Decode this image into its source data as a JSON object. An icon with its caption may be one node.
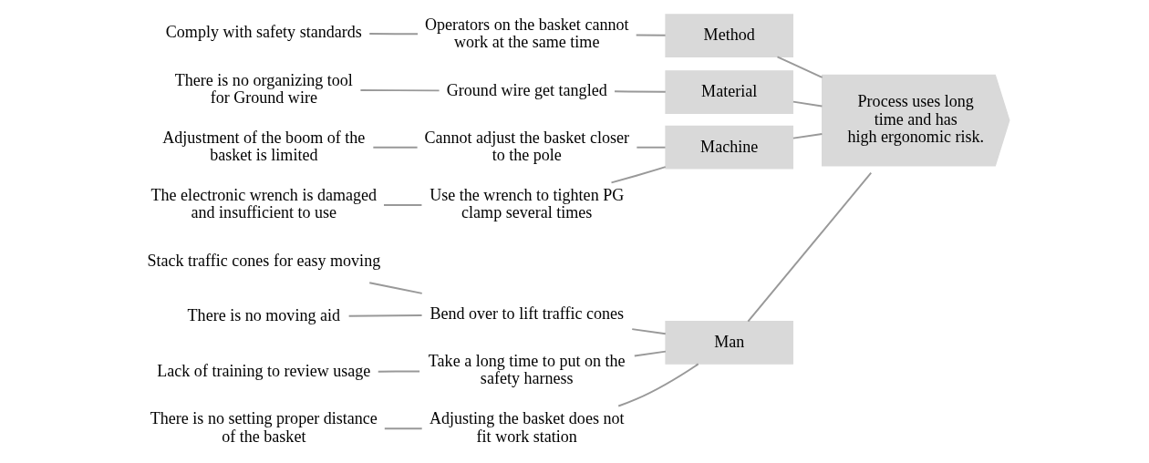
{
  "diagram": {
    "nodes": [
      {
        "text": [
          "Man"
        ]
      },
      {
        "text": [
          "Method"
        ]
      },
      {
        "text": [
          "Stack traffic cones for easy moving"
        ]
      },
      {
        "text": [
          "There is no moving aid"
        ]
      },
      {
        "text": [
          "Comply with safety standards"
        ]
      },
      {
        "text": [
          "Lack of training to review usage"
        ]
      },
      {
        "text": [
          "Bend over to lift traffic cones"
        ]
      },
      {
        "text": [
          "Operators on the basket cannot work at the same time"
        ]
      },
      {
        "text": [
          "Take a long time to put on the safety harness"
        ]
      },
      {
        "text": [
          "There is no setting proper distance of the basket"
        ]
      },
      {
        "text": [
          "Adjusting the basket does not fit work station"
        ]
      },
      {
        "text": [
          "Process uses long time and has high ergonomic risk."
        ]
      },
      {
        "text": [
          "Cannot adjust the basket closer to the pole"
        ]
      },
      {
        "text": [
          "Adjustment of the boom of the basket is limited"
        ]
      },
      {
        "text": [
          "The electronic wrench is damaged and insufficient to use"
        ]
      },
      {
        "text": [
          "There is no organizing tool for Ground wire"
        ]
      },
      {
        "text": [
          "Ground wire get tangled"
        ]
      },
      {
        "text": [
          "Use the wrench to tighten PG clamp several times"
        ]
      },
      {
        "text": [
          "Material"
        ]
      },
      {
        "text": [
          "Machine"
        ]
      }
    ],
    "edges": [
      {
        "from": 2,
        "to": 6,
        "arrow": "none"
      },
      {
        "from": 3,
        "to": 6,
        "arrow": "none"
      },
      {
        "from": 6,
        "to": 0,
        "arrow": "none"
      },
      {
        "from": 5,
        "to": 8,
        "arrow": "none"
      },
      {
        "from": 8,
        "to": 0,
        "arrow": "none"
      },
      {
        "from": 9,
        "to": 10,
        "arrow": "none"
      },
      {
        "from": 10,
        "to": 0,
        "arrow": "none"
      },
      {
        "from": 4,
        "to": 7,
        "arrow": "none"
      },
      {
        "from": 7,
        "to": 1,
        "arrow": "none"
      },
      {
        "from": 13,
        "to": 12,
        "arrow": "none"
      },
      {
        "from": 12,
        "to": 19,
        "arrow": "none"
      },
      {
        "from": 14,
        "to": 17,
        "arrow": "none"
      },
      {
        "from": 17,
        "to": 19,
        "arrow": "none"
      },
      {
        "from": 15,
        "to": 16,
        "arrow": "none"
      },
      {
        "from": 16,
        "to": 18,
        "arrow": "none"
      },
      {
        "from": 0,
        "to": 11,
        "arrow": "none"
      },
      {
        "from": 1,
        "to": 11,
        "arrow": "none"
      },
      {
        "from": 18,
        "to": 11,
        "arrow": "none"
      },
      {
        "from": 19,
        "to": 11,
        "arrow": "none"
      }
    ]
  }
}
